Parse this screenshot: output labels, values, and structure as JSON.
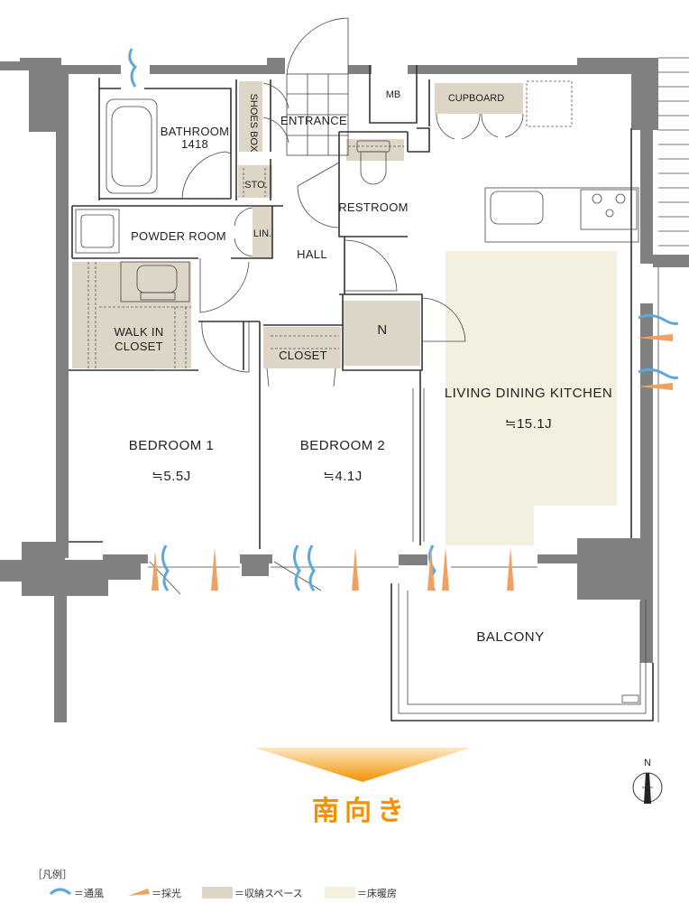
{
  "rooms": {
    "bathroom": "BATHROOM",
    "bathroom_size": "1418",
    "shoes_box": "SHOES BOX",
    "entrance": "ENTRANCE",
    "mb": "MB",
    "cupboard": "CUPBOARD",
    "sto": "STO.",
    "restroom": "RESTROOM",
    "powder_room": "POWDER ROOM",
    "lin": "LIN.",
    "hall": "HALL",
    "walk_in_closet_1": "WALK IN",
    "walk_in_closet_2": "CLOSET",
    "n": "N",
    "closet": "CLOSET",
    "ldk": "LIVING DINING KITCHEN",
    "ldk_size": "≒15.1J",
    "bedroom1": "BEDROOM 1",
    "bedroom1_size": "≒5.5J",
    "bedroom2": "BEDROOM 2",
    "bedroom2_size": "≒4.1J",
    "balcony": "BALCONY"
  },
  "orientation": "南向き",
  "compass": "N",
  "legend": {
    "title": "［凡例］",
    "ventilation": "＝通風",
    "daylight": "＝採光",
    "storage": "＝収納スペース",
    "floor_heating": "＝床暖房"
  },
  "colors": {
    "wall": "#808080",
    "storage": "#ddd5c6",
    "floor_heating": "#f3f0e0",
    "ventilation": "#5aa9dc",
    "daylight": "#f0a060",
    "south_arrow": "#f29200"
  }
}
